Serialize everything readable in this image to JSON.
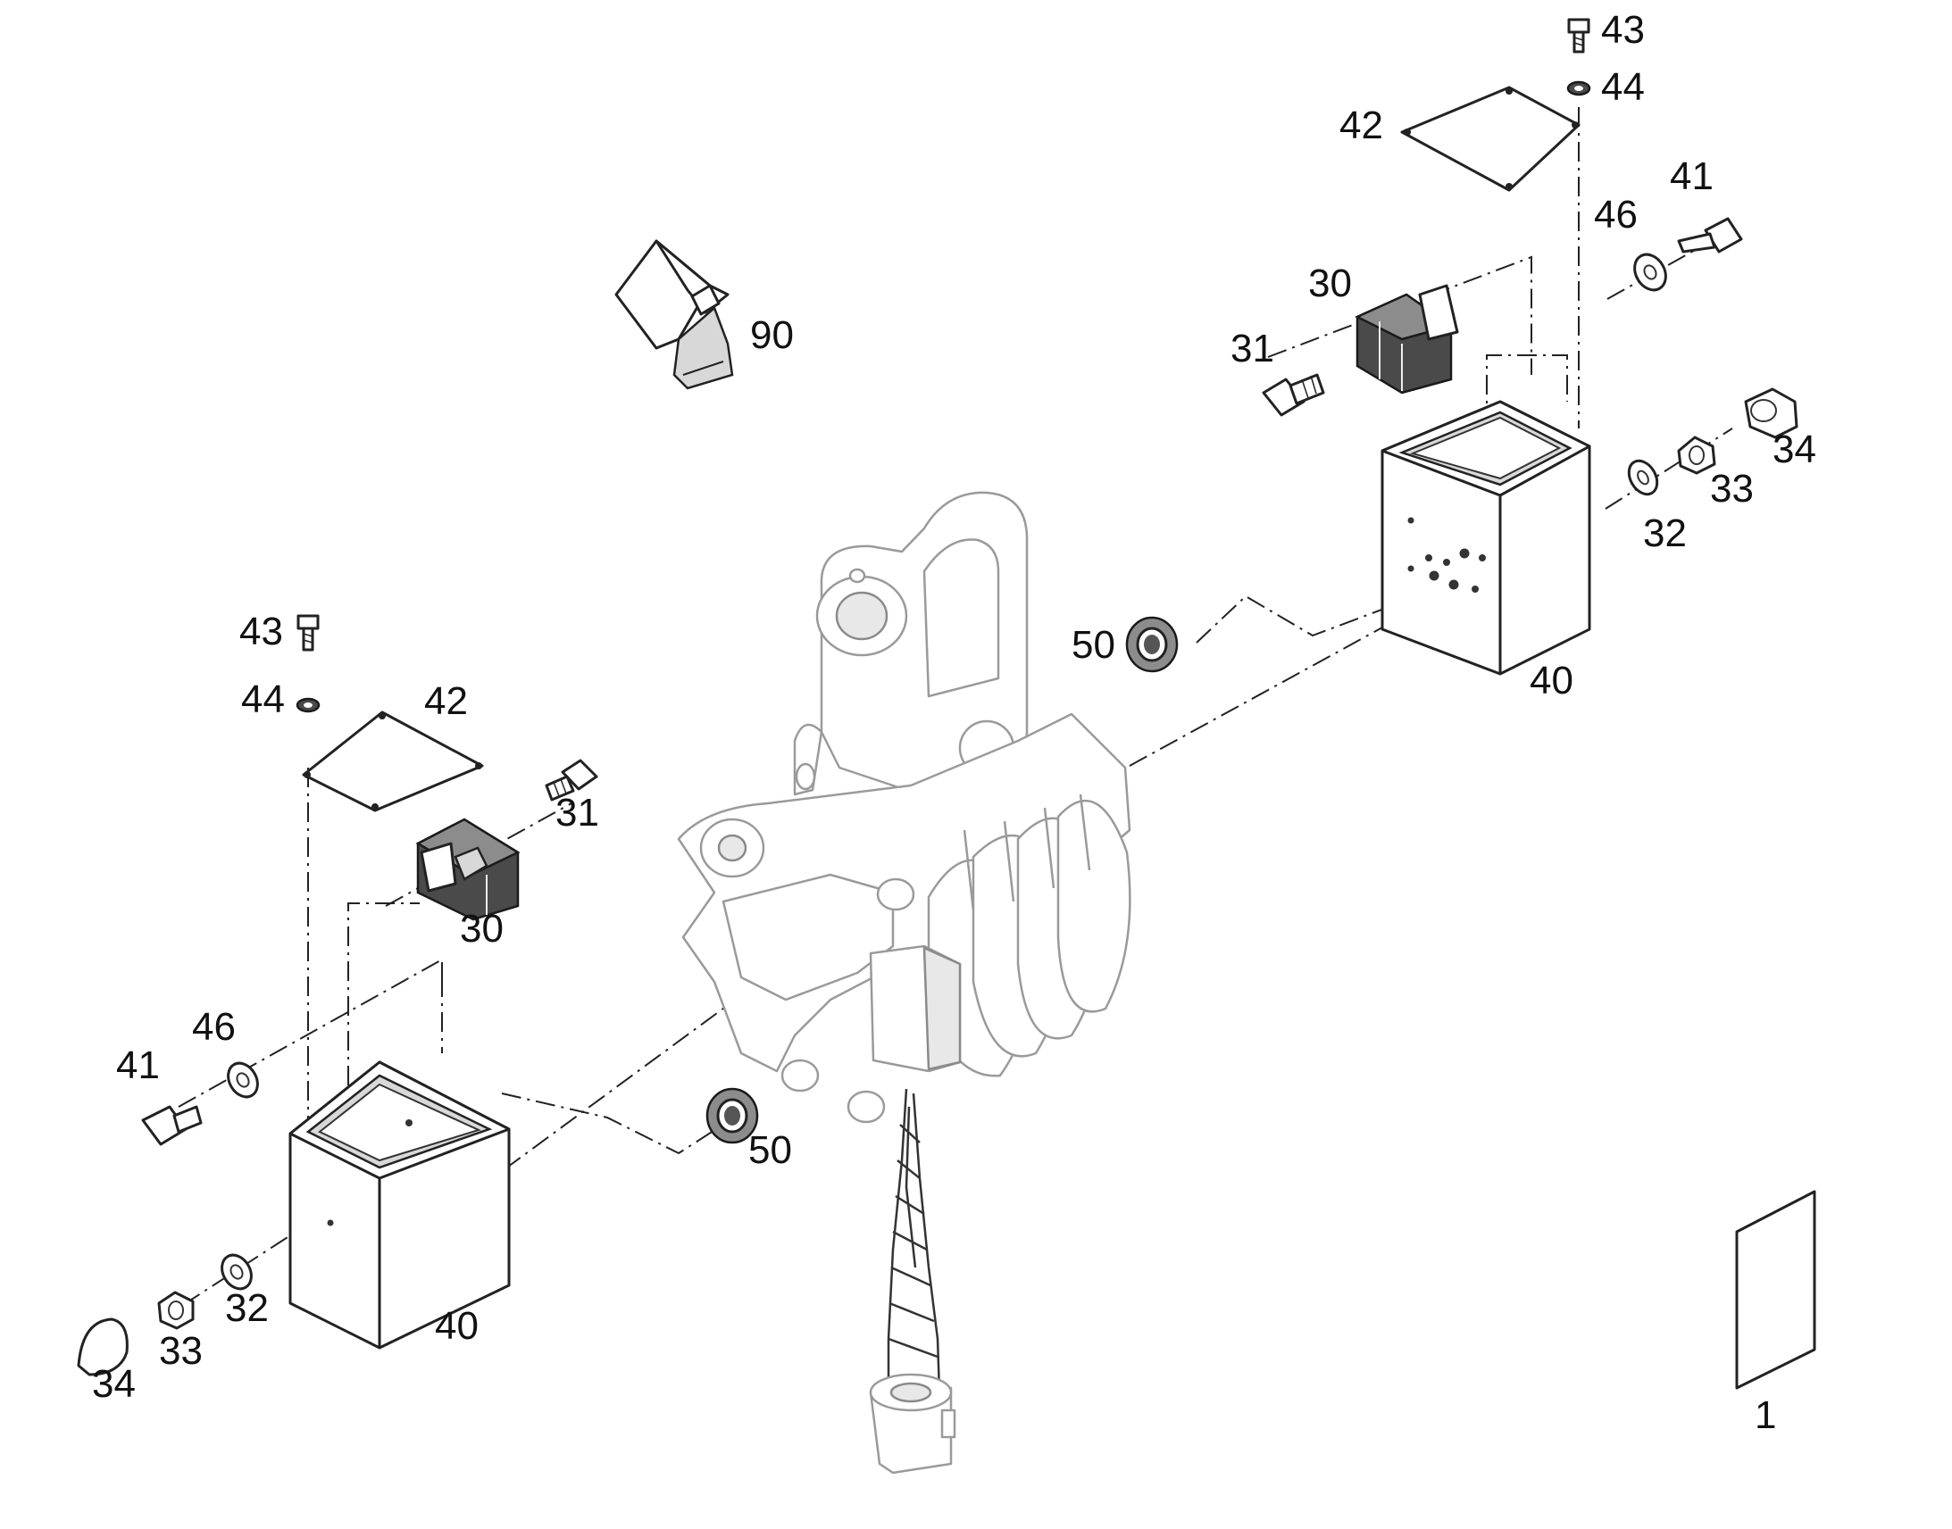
{
  "callouts": {
    "c1": "1",
    "c30a": "30",
    "c30b": "30",
    "c31a": "31",
    "c31b": "31",
    "c32a": "32",
    "c32b": "32",
    "c33a": "33",
    "c33b": "33",
    "c34a": "34",
    "c34b": "34",
    "c40a": "40",
    "c40b": "40",
    "c41a": "41",
    "c41b": "41",
    "c42a": "42",
    "c42b": "42",
    "c43a": "43",
    "c43b": "43",
    "c44a": "44",
    "c44b": "44",
    "c46a": "46",
    "c46b": "46",
    "c50a": "50",
    "c50b": "50",
    "c90": "90"
  }
}
